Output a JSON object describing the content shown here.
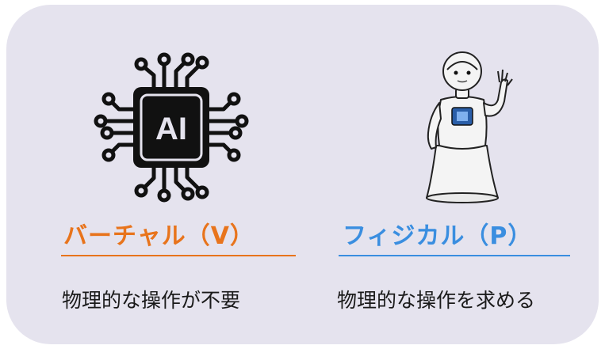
{
  "left": {
    "icon": "ai-chip-icon",
    "chip_text": "AI",
    "title": "バーチャル（V）",
    "description": "物理的な操作が不要",
    "color": "#e8741c"
  },
  "right": {
    "icon": "humanoid-robot-icon",
    "title": "フィジカル（P）",
    "description": "物理的な操作を求める",
    "color": "#3a8ee0"
  },
  "background_color": "#e5e3ee"
}
